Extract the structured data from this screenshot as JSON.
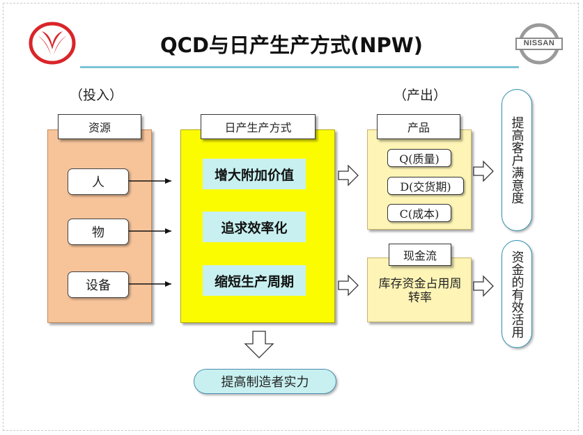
{
  "title": "QCD与日产生产方式(NPW)",
  "logos": {
    "left": "dongfeng-logo",
    "right": "nissan-logo",
    "right_text": "NISSAN"
  },
  "headers": {
    "input": "（投入）",
    "output": "（产出）"
  },
  "resources": {
    "tab": "资源",
    "items": [
      "人",
      "物",
      "设备"
    ]
  },
  "npw": {
    "tab": "日产生产方式",
    "items": [
      "增大附加价值",
      "追求效率化",
      "缩短生产周期"
    ]
  },
  "products": {
    "tab": "产品",
    "items": [
      "Q(质量)",
      "D(交货期)",
      "C(成本)"
    ]
  },
  "cashflow": {
    "tab": "现金流",
    "text": "库存资金占用周转率"
  },
  "outcomes": {
    "satisfaction": "提高客户满意度",
    "capital": "资金的有效活用"
  },
  "bottom": "提高制造者实力"
}
